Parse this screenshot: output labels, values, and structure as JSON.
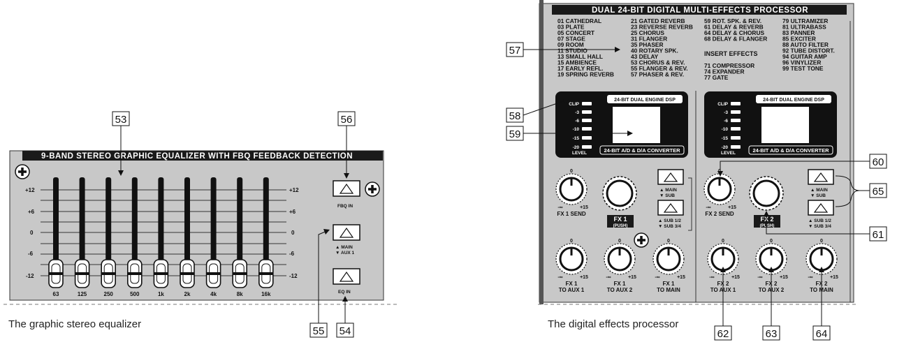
{
  "eq": {
    "title": "9-BAND STEREO GRAPHIC EQUALIZER WITH FBQ FEEDBACK DETECTION",
    "scale": [
      "+12",
      "+6",
      "0",
      "-6",
      "-12"
    ],
    "bands": [
      "63",
      "125",
      "250",
      "500",
      "1k",
      "2k",
      "4k",
      "8k",
      "16k"
    ],
    "fbq_label": "FBQ IN",
    "main_label": "▲ MAIN",
    "aux_label": "▼ AUX 1",
    "eqin_label": "EQ IN",
    "caption": "The graphic stereo equalizer"
  },
  "fx": {
    "title": "DUAL 24-BIT DIGITAL MULTI-EFFECTS PROCESSOR",
    "presets_col1": [
      "01 CATHEDRAL",
      "03 PLATE",
      "05 CONCERT",
      "07 STAGE",
      "09 ROOM",
      "11 STUDIO",
      "13 SMALL HALL",
      "15 AMBIENCE",
      "17 EARLY REFL.",
      "19 SPRING REVERB"
    ],
    "presets_col2": [
      "21 GATED REVERB",
      "23 REVERSE REVERB",
      "25 CHORUS",
      "31 FLANGER",
      "35 PHASER",
      "40 ROTARY SPK.",
      "43 DELAY",
      "53 CHORUS & REV.",
      "55 FLANGER & REV.",
      "57 PHASER & REV."
    ],
    "presets_col3": [
      "59 ROT. SPK. & REV.",
      "61 DELAY & REVERB",
      "64 DELAY & CHORUS",
      "68 DELAY & FLANGER"
    ],
    "insert_heading": "INSERT EFFECTS",
    "presets_col3b": [
      "71 COMPRESSOR",
      "74 EXPANDER",
      "77 GATE"
    ],
    "presets_col4": [
      "79 ULTRAMIZER",
      "81 ULTRABASS",
      "83 PANNER",
      "85 EXCITER",
      "88 AUTO FILTER",
      "92 TUBE DISTORT.",
      "94 GUITAR AMP",
      "96 VINYLIZER",
      "99 TEST TONE"
    ],
    "dsp_top": "24-BIT DUAL ENGINE DSP",
    "dsp_bottom": "24-BIT A/D & D/A CONVERTER",
    "meter": [
      "CLIP",
      "-3",
      "-6",
      "-10",
      "-15",
      "-20"
    ],
    "level_label": "LEVEL",
    "knob_top": "0",
    "knob_min": "-∞",
    "knob_max": "+15",
    "fx1_send": "FX 1 SEND",
    "fx2_send": "FX 2 SEND",
    "fx1_prog": "FX 1",
    "fx2_prog": "FX 2",
    "push": "(PUSH)",
    "main_label": "▲ MAIN",
    "sub_label": "▼ SUB",
    "sub12_label": "▲ SUB 1/2",
    "sub34_label": "▼ SUB 3/4",
    "fx1_aux1": [
      "FX 1",
      "TO AUX 1"
    ],
    "fx1_aux2": [
      "FX 1",
      "TO AUX 2"
    ],
    "fx1_main": [
      "FX 1",
      "TO MAIN"
    ],
    "fx2_aux1": [
      "FX 2",
      "TO AUX 1"
    ],
    "fx2_aux2": [
      "FX 2",
      "TO AUX 2"
    ],
    "fx2_main": [
      "FX 2",
      "TO MAIN"
    ],
    "caption": "The digital effects processor"
  },
  "callouts": [
    "53",
    "54",
    "55",
    "56",
    "57",
    "58",
    "59",
    "60",
    "61",
    "62",
    "63",
    "64",
    "65"
  ]
}
